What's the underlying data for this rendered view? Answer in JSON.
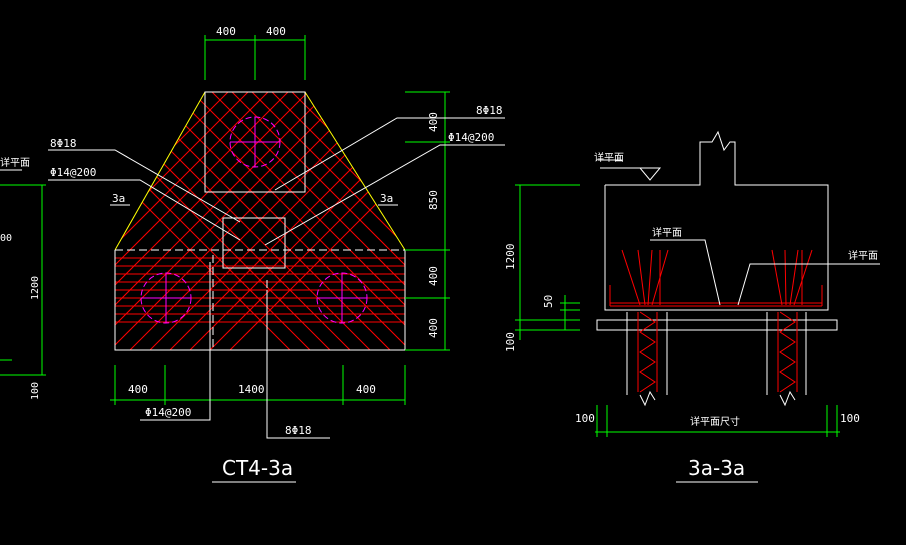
{
  "colors": {
    "background": "#000000",
    "dimension": "#00ff00",
    "outline": "#ffffff",
    "rebar": "#ff0000",
    "pile": "#ff00ff",
    "hidden": "#ffffff",
    "edge": "#ffff00"
  },
  "plan": {
    "title": "CT4-3a",
    "top_dims": [
      "400",
      "400"
    ],
    "right_dims": [
      "400",
      "850",
      "400",
      "400"
    ],
    "bottom_dims": [
      "400",
      "1400",
      "400"
    ],
    "labels": {
      "top_bar_right": "8Φ18",
      "stirrup_right": "Φ14@200",
      "top_bar_left": "8Φ18",
      "stirrup_left": "Φ14@200",
      "section_left": "3a",
      "section_right": "3a",
      "bottom_stirrup": "Φ14@200",
      "bottom_bar": "8Φ18"
    }
  },
  "section": {
    "title": "3a-3a",
    "left_dims": [
      "1200",
      "50",
      "100"
    ],
    "bottom_dims": [
      "100",
      "详平面尺寸",
      "100"
    ],
    "labels": {
      "top_level": "详平面",
      "mid_level": "详平面",
      "right_level": "详平面"
    }
  },
  "edge": {
    "partial_label": "详平面",
    "dim_1200": "1200",
    "dim_100": "100",
    "dim_partial": "00"
  }
}
